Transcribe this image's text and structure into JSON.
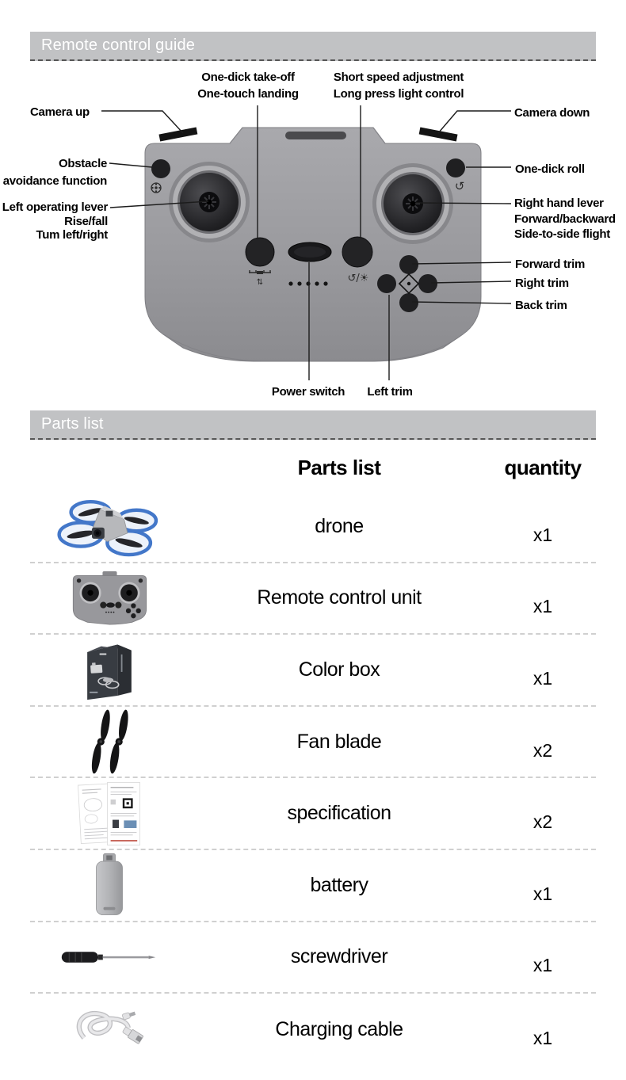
{
  "colors": {
    "section_bar": "#c1c2c4",
    "section_text": "#ffffff",
    "controller_body": "#9b9b9f",
    "button_dark": "#222222",
    "drone_ring_blue": "#4377c9",
    "callout_line": "#1c1c1c"
  },
  "guide": {
    "title": "Remote control guide",
    "labels": {
      "takeoff": {
        "lines": [
          "One-dick take-off",
          "One-touch landing"
        ]
      },
      "speed": {
        "lines": [
          "Short speed adjustment",
          "Long press light control"
        ]
      },
      "camera_up": {
        "lines": [
          "Camera up"
        ]
      },
      "camera_down": {
        "lines": [
          "Camera down"
        ]
      },
      "obstacle": {
        "lines": [
          "Obstacle",
          "avoidance function"
        ]
      },
      "roll": {
        "lines": [
          "One-dick roll"
        ]
      },
      "left_lever": {
        "lines": [
          "Left operating lever",
          "Rise/fall",
          "Tum left/right"
        ]
      },
      "right_lever": {
        "lines": [
          "Right hand lever",
          "Forward/backward",
          "Side-to-side flight"
        ]
      },
      "forward_trim": {
        "lines": [
          "Forward trim"
        ]
      },
      "right_trim": {
        "lines": [
          "Right trim"
        ]
      },
      "back_trim": {
        "lines": [
          "Back trim"
        ]
      },
      "power_switch": {
        "lines": [
          "Power switch"
        ]
      },
      "left_trim": {
        "lines": [
          "Left trim"
        ]
      }
    },
    "icons": {
      "rotate_light_glyph": "↺/☀",
      "takeoff_arrows_glyph": "⇅",
      "roll_glyph": "↺"
    }
  },
  "parts": {
    "title": "Parts list",
    "header": {
      "name": "Parts list",
      "qty": "quantity"
    },
    "rows": [
      {
        "name": "drone",
        "qty": "x1",
        "image": "drone-thumbnail"
      },
      {
        "name": "Remote control unit",
        "qty": "x1",
        "image": "remote-thumbnail"
      },
      {
        "name": "Color box",
        "qty": "x1",
        "image": "color-box-thumbnail"
      },
      {
        "name": "Fan blade",
        "qty": "x2",
        "image": "fan-blade-thumbnail"
      },
      {
        "name": "specification",
        "qty": "x2",
        "image": "specification-thumbnail"
      },
      {
        "name": "battery",
        "qty": "x1",
        "image": "battery-thumbnail"
      },
      {
        "name": "screwdriver",
        "qty": "x1",
        "image": "screwdriver-thumbnail"
      },
      {
        "name": "Charging cable",
        "qty": "x1",
        "image": "charging-cable-thumbnail"
      }
    ]
  }
}
